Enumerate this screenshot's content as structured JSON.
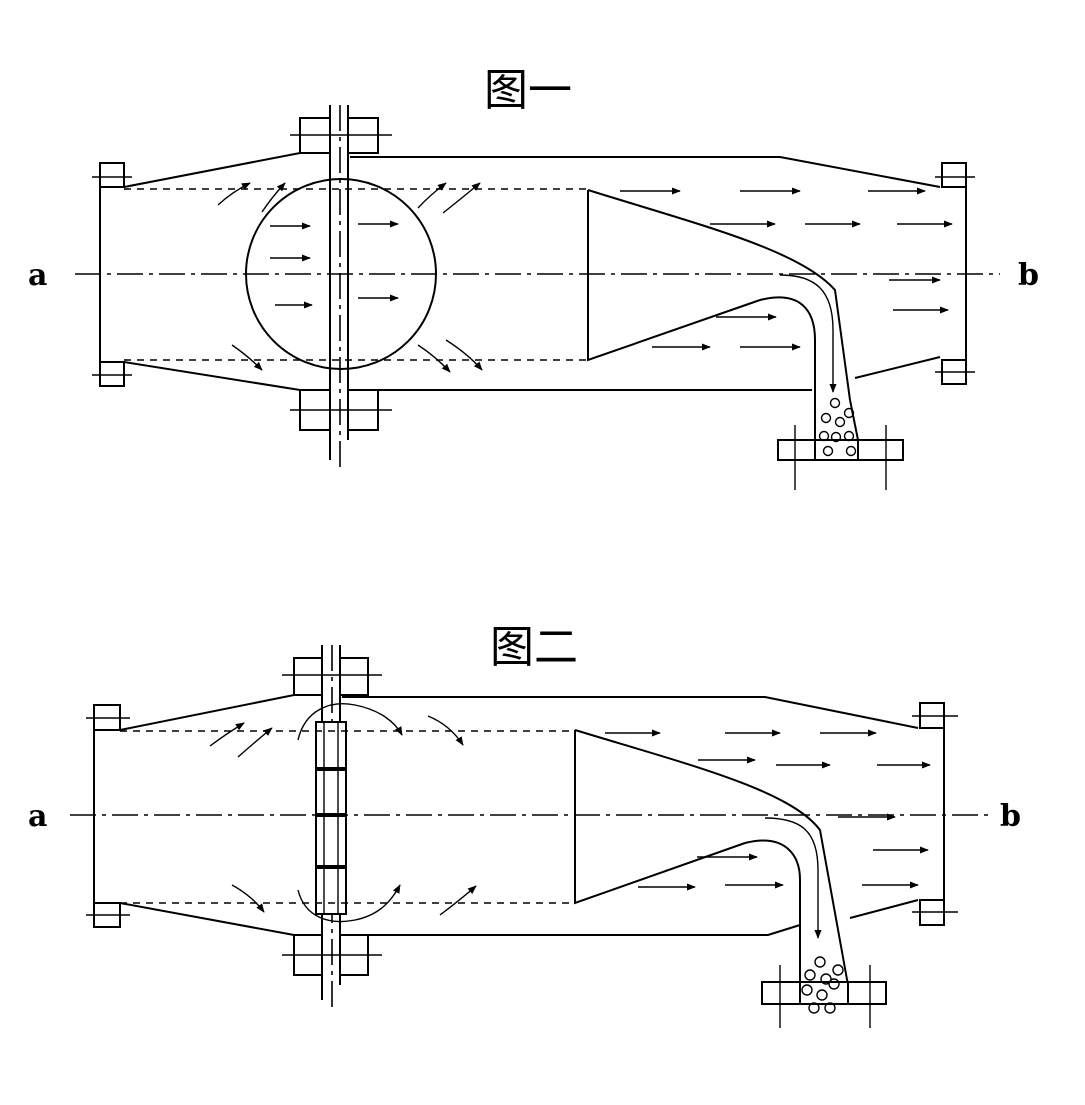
{
  "figures": [
    {
      "id": "fig1",
      "title": "图一",
      "left_label": "a",
      "right_label": "b",
      "valve_type": "butterfly-disc-open-circle"
    },
    {
      "id": "fig2",
      "title": "图二",
      "left_label": "a",
      "right_label": "b",
      "valve_type": "slotted-plate-with-swirl"
    }
  ]
}
